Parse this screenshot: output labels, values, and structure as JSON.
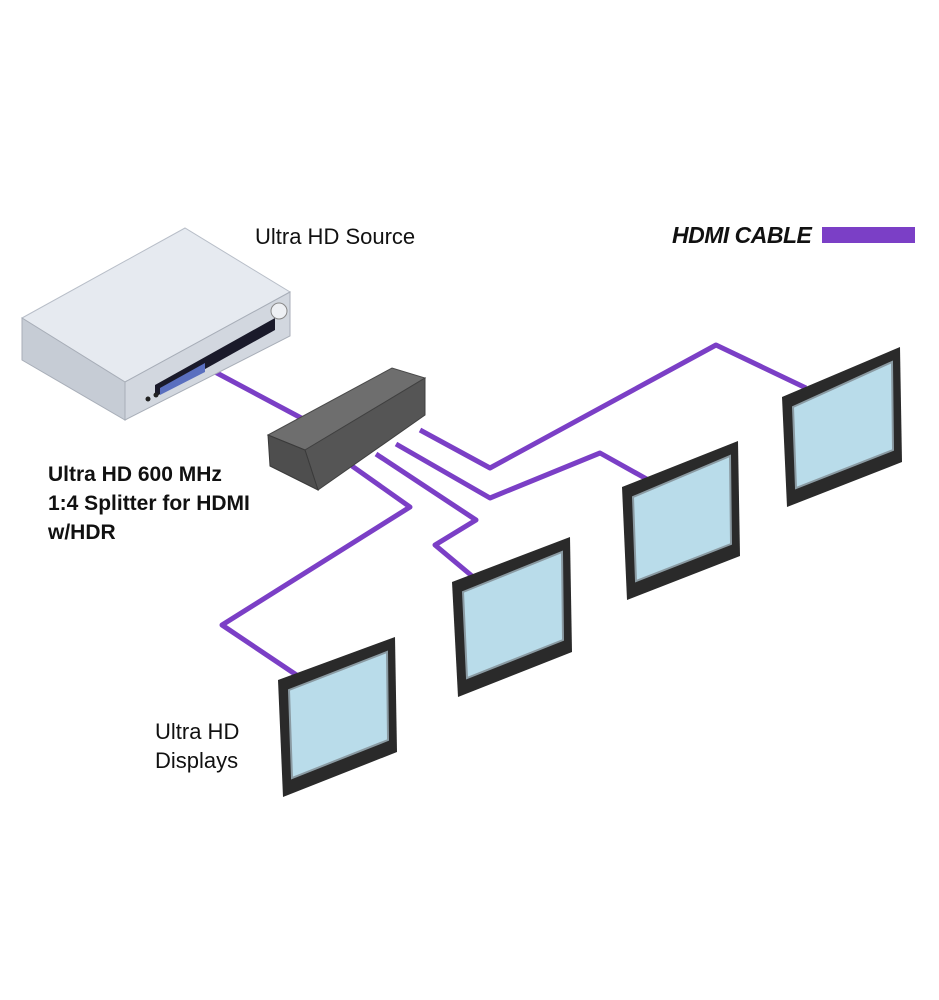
{
  "labels": {
    "source": "Ultra HD Source",
    "splitter_line1": "Ultra HD 600 MHz",
    "splitter_line2": "1:4 Splitter for HDMI",
    "splitter_line3": "w/HDR",
    "displays_line1": "Ultra HD",
    "displays_line2": "Displays"
  },
  "legend": {
    "label": "HDMI CABLE",
    "color": "#7b3fc6"
  },
  "colors": {
    "cable": "#7b3fc6",
    "screen": "#b9dcea",
    "bezel": "#2a2a2a",
    "splitter": "#5c5c5c",
    "source": "#dde2ea"
  }
}
